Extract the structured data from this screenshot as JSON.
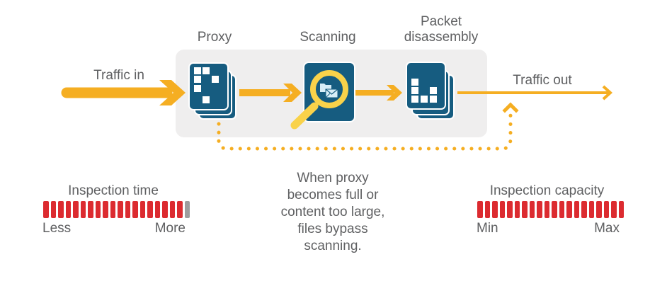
{
  "colors": {
    "flow": "#f5ae22",
    "icon_bg": "#165c80",
    "panel_bg": "#efeeee",
    "magnifier": "#f9d24a",
    "gauge_filled": "#dc2b30",
    "gauge_empty": "#9d9d9e",
    "text": "#5f6062"
  },
  "flow": {
    "traffic_in": "Traffic in",
    "traffic_out": "Traffic out"
  },
  "stages": [
    {
      "label": "Proxy",
      "icon": "stacked-documents-scattered-blocks-icon"
    },
    {
      "label": "Scanning",
      "icon": "magnifier-over-folder-and-envelope-icon"
    },
    {
      "label_line1": "Packet",
      "label_line2": "disassembly",
      "icon": "stacked-documents-bar-blocks-icon"
    }
  ],
  "bypass_note": {
    "lines": [
      "When proxy",
      "becomes full or",
      "content too large,",
      "files bypass",
      "scanning."
    ]
  },
  "gauges": [
    {
      "title": "Inspection time",
      "min_label": "Less",
      "max_label": "More",
      "total_segments": 20,
      "filled_segments": 19
    },
    {
      "title": "Inspection capacity",
      "min_label": "Min",
      "max_label": "Max",
      "total_segments": 20,
      "filled_segments": 20
    }
  ]
}
